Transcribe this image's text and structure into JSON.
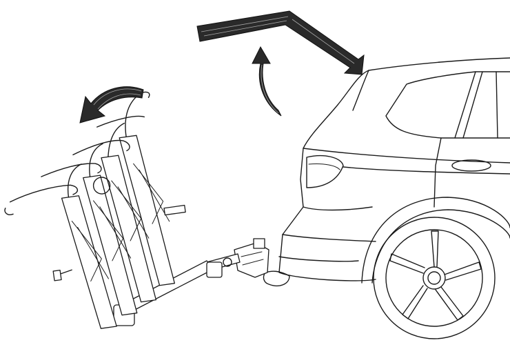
{
  "figure": {
    "subject": "",
    "colors": {
      "line": "#1a1a1a",
      "arrow": "#2a2a2a",
      "background": "#ffffff"
    },
    "arrows": [
      {
        "name": "tilt-arrow",
        "direction": "counter-clockwise"
      },
      {
        "name": "tailgate-lift-arrow",
        "direction": "up"
      },
      {
        "name": "tailgate-open-arrow",
        "direction": "down-right"
      }
    ]
  }
}
